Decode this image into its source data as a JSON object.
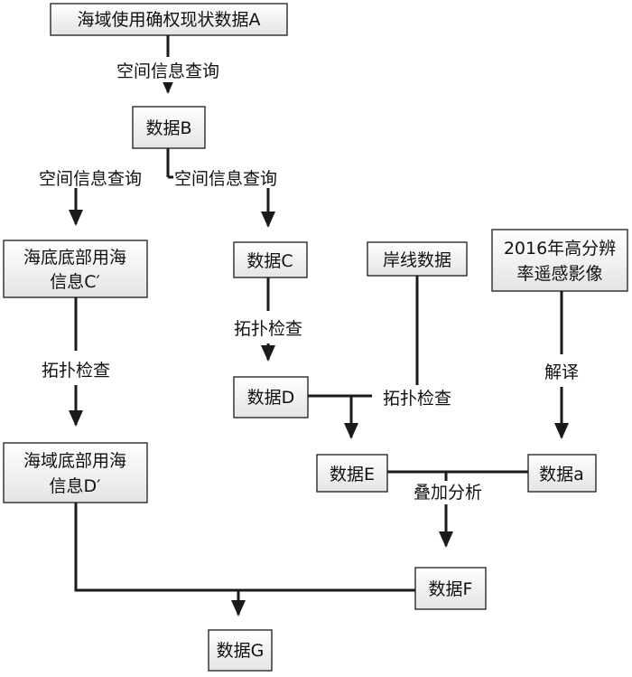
{
  "nodes": {
    "A": "海域使用确权现状数据A",
    "B": "数据B",
    "C_prime": [
      "海底底部用海",
      "信息C′"
    ],
    "C": "数据C",
    "shoreline": "岸线数据",
    "imagery": [
      "2016年高分辨",
      "率遥感影像"
    ],
    "D": "数据D",
    "D_prime": [
      "海域底部用海",
      "信息D′"
    ],
    "E": "数据E",
    "a": "数据a",
    "F": "数据F",
    "G": "数据G"
  },
  "edges": {
    "a_to_b": "空间信息查询",
    "b_to_c_prime": "空间信息查询",
    "b_to_c": "空间信息查询",
    "c_prime_to_d_prime": "拓扑检查",
    "c_to_d": "拓扑检查",
    "to_e": "拓扑检查",
    "imagery_to_a": "解译",
    "to_f": "叠加分析"
  }
}
